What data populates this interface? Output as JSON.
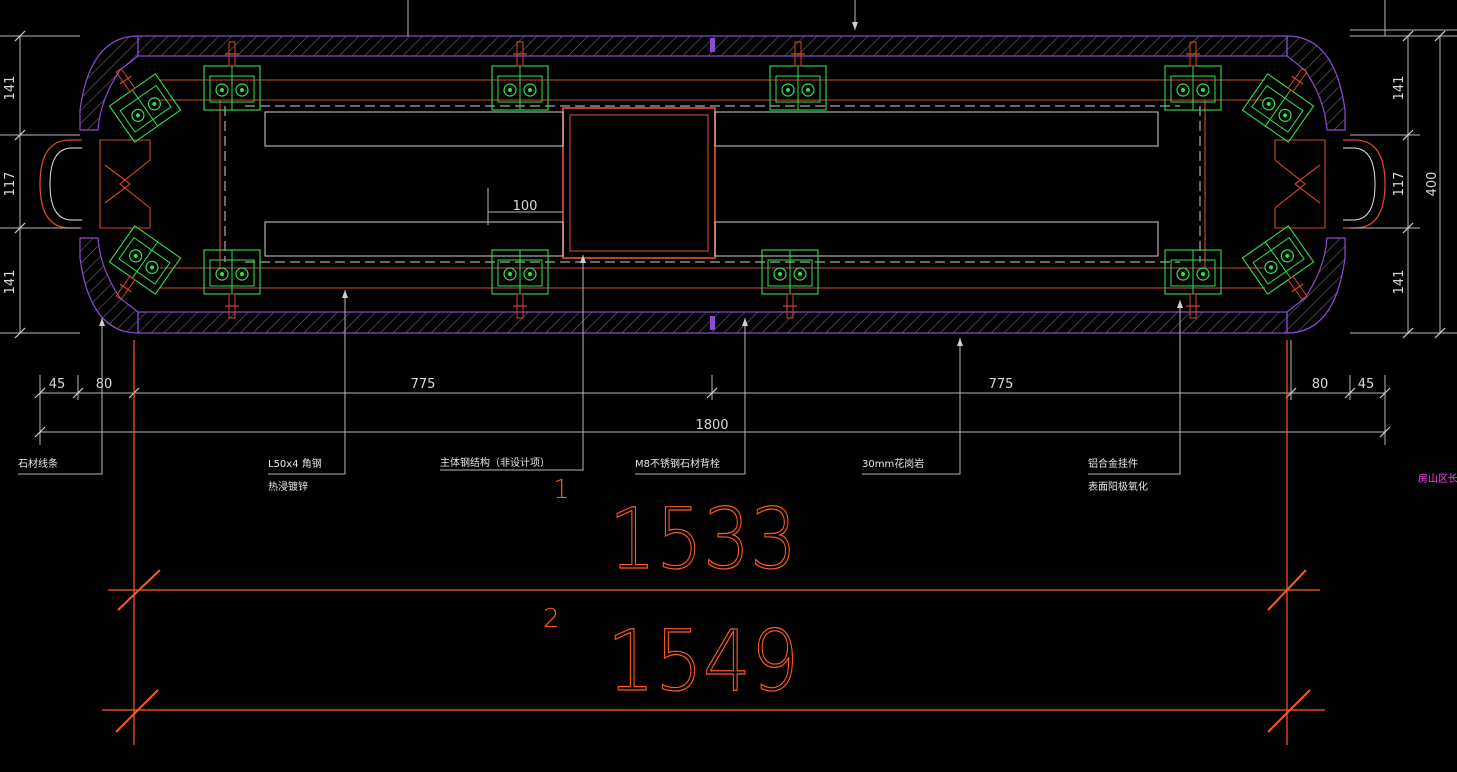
{
  "drawing": {
    "dims_left": [
      "141",
      "117",
      "141"
    ],
    "dims_right": [
      "141",
      "117",
      "141"
    ],
    "dim_total_height": "400",
    "dim_gap": "100",
    "dims_bottom": [
      "45",
      "80",
      "775",
      "775",
      "80",
      "45"
    ],
    "dim_total_width": "1800",
    "notes": [
      {
        "lines": [
          "石材线条"
        ]
      },
      {
        "lines": [
          "L50x4 角钢",
          "热浸镀锌"
        ]
      },
      {
        "lines": [
          "主体钢结构（非设计项）"
        ]
      },
      {
        "lines": [
          "M8不锈钢石材背栓"
        ]
      },
      {
        "lines": [
          "30mm花岗岩"
        ]
      },
      {
        "lines": [
          "铝合金挂件",
          "表面阳极氧化"
        ]
      }
    ],
    "edge_label": "房山区长阳",
    "measure_1": {
      "index": "1",
      "value": "1533"
    },
    "measure_2": {
      "index": "2",
      "value": "1549"
    }
  },
  "colors": {
    "background": "#000000",
    "stone_outline": "#8a4bd6",
    "frame_red": "#d2482a",
    "bracket_green": "#2ee24a",
    "dim_line": "#b8b8b8",
    "measure_orange": "#ff5a1f",
    "magenta_text": "#ff40ff"
  }
}
